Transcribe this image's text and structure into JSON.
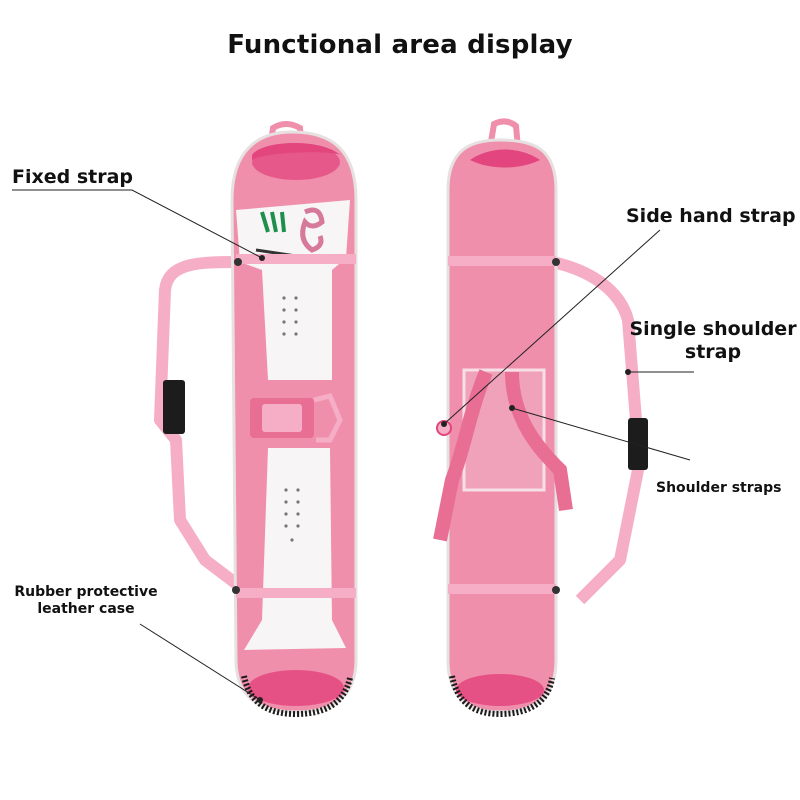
{
  "title": "Functional area display",
  "labels": {
    "fixed_strap": "Fixed strap",
    "side_hand_strap": "Side hand strap",
    "single_shoulder_strap_line1": "Single shoulder",
    "single_shoulder_strap_line2": "strap",
    "shoulder_straps": "Shoulder straps",
    "rubber_case_line1": "Rubber protective",
    "rubber_case_line2": "leather case"
  },
  "colors": {
    "bag_pink": "#ef8fab",
    "bag_pink_dark": "#e86f93",
    "strap_pink": "#f6adc6",
    "accent_magenta": "#e3457e",
    "white_panel": "#f7f5f5",
    "rubber_black": "#1c1c1c",
    "leader_line": "#222222"
  }
}
